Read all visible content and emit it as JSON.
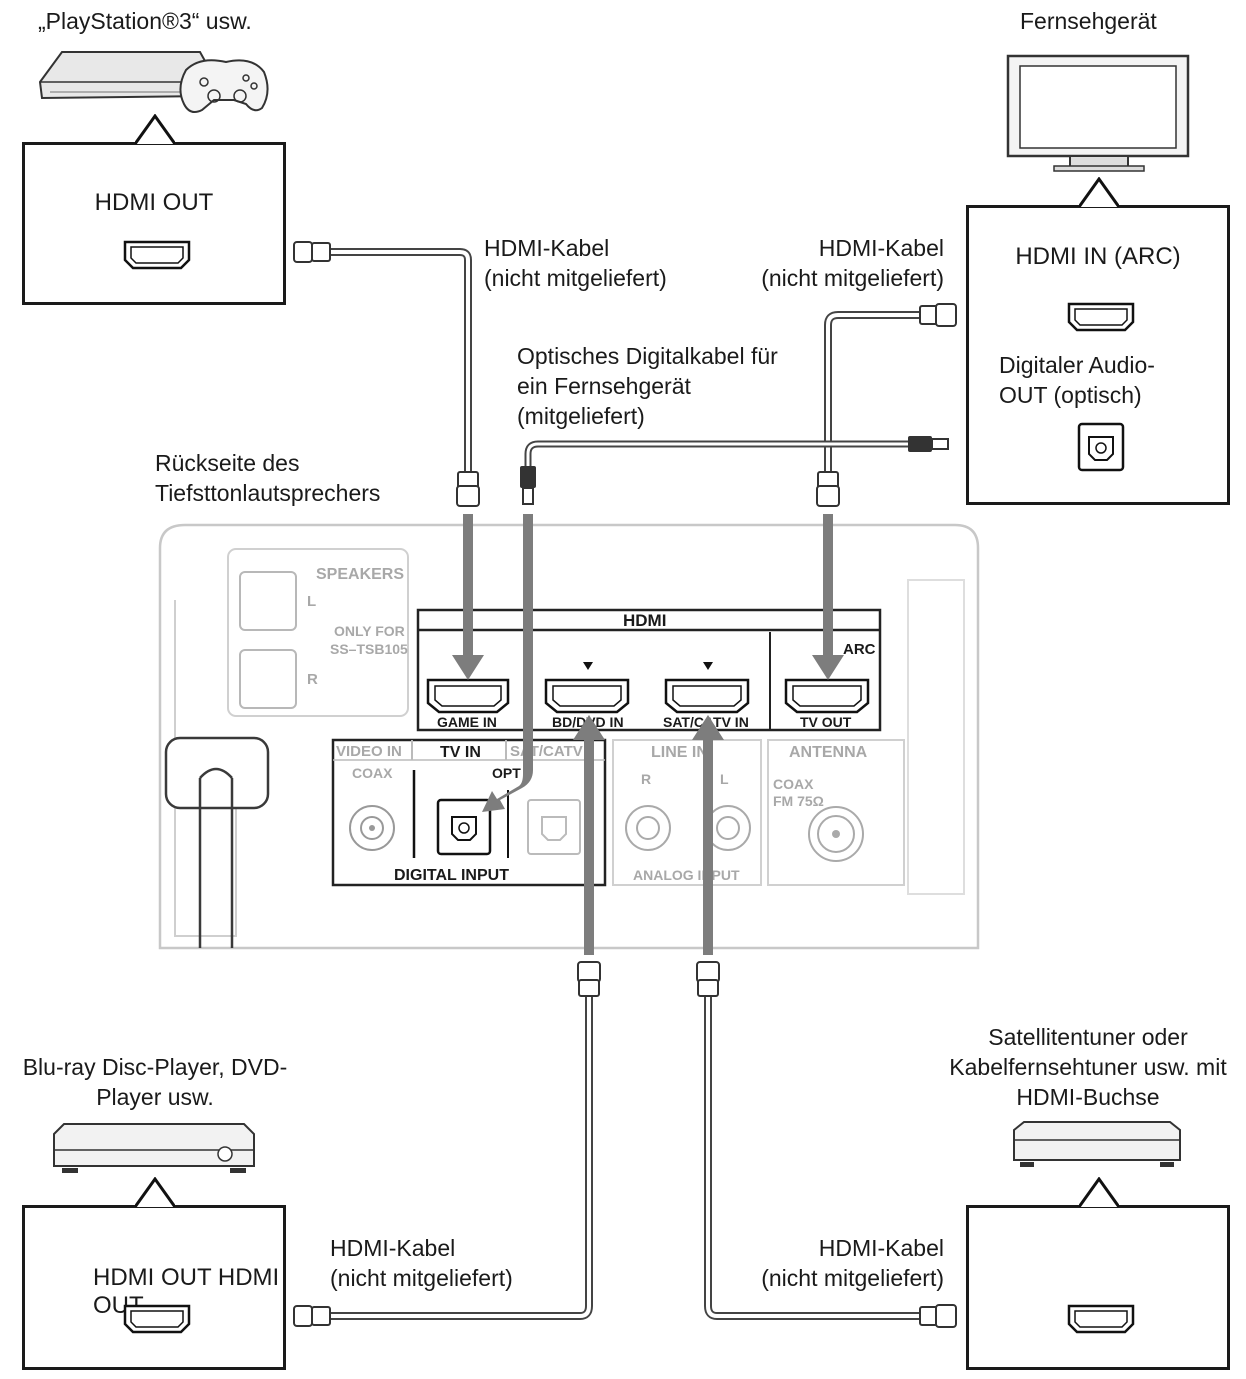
{
  "devices": {
    "playstation": {
      "caption": "„PlayStation®3“ usw.",
      "port_label": "HDMI OUT"
    },
    "tv": {
      "caption": "Fernsehgerät",
      "port_label": "HDMI IN (ARC)",
      "optical_label_1": "Digitaler Audio-",
      "optical_label_2": "OUT (optisch)"
    },
    "bluray": {
      "caption_1": "Blu-ray Disc-Player, DVD-",
      "caption_2": "Player usw.",
      "port_label": "HDMI OUT HDMI OUT"
    },
    "satellite": {
      "caption_1": "Satellitentuner oder",
      "caption_2": "Kabelfernsehtuner usw. mit",
      "caption_3": "HDMI-Buchse"
    }
  },
  "cables": {
    "hdmi_ps": {
      "line1": "HDMI-Kabel",
      "line2": "(nicht mitgeliefert)"
    },
    "hdmi_tv": {
      "line1": "HDMI-Kabel",
      "line2": "(nicht mitgeliefert)"
    },
    "optical": {
      "line1": "Optisches Digitalkabel für",
      "line2": "ein Fernsehgerät",
      "line3": "(mitgeliefert)"
    },
    "hdmi_bd": {
      "line1": "HDMI-Kabel",
      "line2": "(nicht mitgeliefert)"
    },
    "hdmi_sat": {
      "line1": "HDMI-Kabel",
      "line2": "(nicht mitgeliefert)"
    }
  },
  "subwoofer": {
    "caption_1": "Rückseite des",
    "caption_2": "Tiefsttonlautsprechers",
    "speakers": "SPEAKERS",
    "speaker_l": "L",
    "speaker_r": "R",
    "only_for": "ONLY FOR",
    "model": "SS–TSB105",
    "hdmi": "HDMI",
    "arc": "ARC",
    "game_in": "GAME IN",
    "bd_in": "BD/DVD IN",
    "sat_in": "SAT/CATV IN",
    "tv_out": "TV OUT",
    "video_in": "VIDEO IN",
    "tv_in": "TV IN",
    "sat_catv": "SAT/CATV",
    "coax": "COAX",
    "opt": "OPT",
    "digital_input": "DIGITAL INPUT",
    "line_in": "LINE IN",
    "r": "R",
    "l": "L",
    "analog_input": "ANALOG INPUT",
    "antenna": "ANTENNA",
    "ant_coax": "COAX",
    "fm": "FM 75Ω"
  }
}
